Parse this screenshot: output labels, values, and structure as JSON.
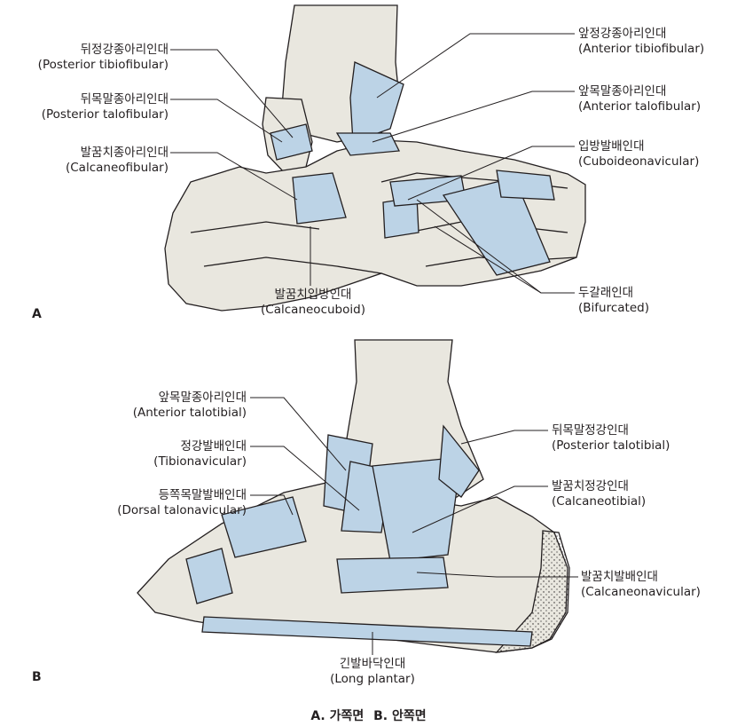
{
  "panel_a": {
    "letter": "A",
    "labels": [
      {
        "id": "post-tibiofibular",
        "ko": "뒤정강종아리인대",
        "en": "(Posterior tibiofibular)"
      },
      {
        "id": "post-talofibular",
        "ko": "뒤목말종아리인대",
        "en": "(Posterior talofibular)"
      },
      {
        "id": "calcaneofibular",
        "ko": "발꿈치종아리인대",
        "en": "(Calcaneofibular)"
      },
      {
        "id": "ant-tibiofibular",
        "ko": "앞정강종아리인대",
        "en": "(Anterior tibiofibular)"
      },
      {
        "id": "ant-talofibular",
        "ko": "앞목말종아리인대",
        "en": "(Anterior talofibular)"
      },
      {
        "id": "cuboideonavicular",
        "ko": "입방발배인대",
        "en": "(Cuboideonavicular)"
      },
      {
        "id": "calcaneocuboid",
        "ko": "발꿈치입방인대",
        "en": "(Calcaneocuboid)"
      },
      {
        "id": "bifurcated",
        "ko": "두갈래인대",
        "en": "(Bifurcated)"
      }
    ]
  },
  "panel_b": {
    "letter": "B",
    "labels": [
      {
        "id": "ant-talotibial",
        "ko": "앞목말종아리인대",
        "en": "(Anterior talotibial)"
      },
      {
        "id": "tibionavicular",
        "ko": "정강발배인대",
        "en": "(Tibionavicular)"
      },
      {
        "id": "dorsal-talonavicular",
        "ko": "등쪽목말발배인대",
        "en": "(Dorsal talonavicular)"
      },
      {
        "id": "post-talotibial",
        "ko": "뒤목말정강인대",
        "en": "(Posterior talotibial)"
      },
      {
        "id": "calcaneotibial",
        "ko": "발꿈치정강인대",
        "en": "(Calcaneotibial)"
      },
      {
        "id": "calcaneonavicular",
        "ko": "발꿈치발배인대",
        "en": "(Calcaneonavicular)"
      },
      {
        "id": "long-plantar",
        "ko": "긴발바닥인대",
        "en": "(Long plantar)"
      }
    ]
  },
  "caption": {
    "a": "A. 가쪽면",
    "b": "B. 안쪽면"
  },
  "colors": {
    "bone": "#e9e7df",
    "ligament": "#bcd3e6",
    "outline": "#231f20"
  }
}
